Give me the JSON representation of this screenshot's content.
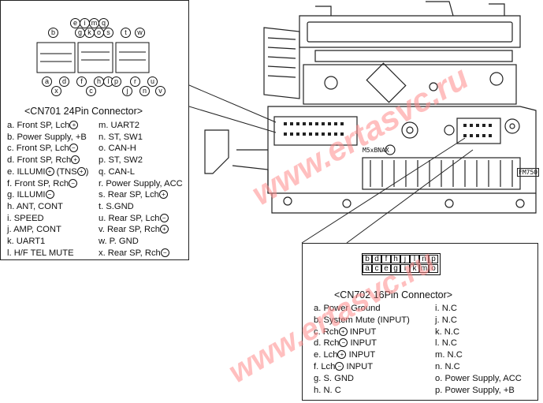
{
  "cn701": {
    "title": "<CN701  24Pin Connector>",
    "top_labels": [
      "e",
      "i",
      "m",
      "q",
      "g",
      "k",
      "o",
      "s",
      "b",
      "t",
      "w"
    ],
    "bottom_labels": [
      "a",
      "d",
      "f",
      "h",
      "l",
      "p",
      "r",
      "u",
      "x",
      "c",
      "j",
      "n",
      "v"
    ],
    "left": [
      {
        "text": "a. Front SP, Lch",
        "sym": "+"
      },
      {
        "text": "b. Power Supply, +B",
        "sym": ""
      },
      {
        "text": "c. Front SP, Lch",
        "sym": "−"
      },
      {
        "text": "d. Front SP, Rch",
        "sym": "+"
      },
      {
        "text": "e. ILLUMI",
        "sym": "+",
        "suffix": " (TNS",
        "sym2": "+",
        "suffix2": ")"
      },
      {
        "text": "f. Front SP, Rch",
        "sym": "−"
      },
      {
        "text": "g. ILLUMI",
        "sym": "−"
      },
      {
        "text": "h. ANT, CONT",
        "sym": ""
      },
      {
        "text": "i. SPEED",
        "sym": ""
      },
      {
        "text": "j. AMP, CONT",
        "sym": ""
      },
      {
        "text": "k. UART1",
        "sym": ""
      },
      {
        "text": "l. H/F TEL MUTE",
        "sym": ""
      }
    ],
    "right": [
      {
        "text": "m. UART2",
        "sym": ""
      },
      {
        "text": "n. ST, SW1",
        "sym": ""
      },
      {
        "text": "o. CAN-H",
        "sym": ""
      },
      {
        "text": "p. ST, SW2",
        "sym": ""
      },
      {
        "text": "q. CAN-L",
        "sym": ""
      },
      {
        "text": "r. Power Supply, ACC",
        "sym": ""
      },
      {
        "text": "s. Rear SP, Lch",
        "sym": "+"
      },
      {
        "text": "t. S.GND",
        "sym": ""
      },
      {
        "text": "u. Rear SP, Lch",
        "sym": "−"
      },
      {
        "text": "v. Rear SP, Rch",
        "sym": "+"
      },
      {
        "text": "w. P. GND",
        "sym": ""
      },
      {
        "text": "x. Rear SP, Rch",
        "sym": "−"
      }
    ]
  },
  "cn702": {
    "title": "<CN702  16Pin Connector>",
    "row_top": [
      "b",
      "d",
      "f",
      "h",
      "j",
      "l",
      "n",
      "p"
    ],
    "row_bottom": [
      "a",
      "c",
      "e",
      "g",
      "i",
      "k",
      "m",
      "o"
    ],
    "left": [
      {
        "text": "a. Power Ground",
        "sym": ""
      },
      {
        "text": "b. System Mute (INPUT)",
        "sym": ""
      },
      {
        "text": "c. Rch",
        "sym": "+",
        "suffix": " INPUT"
      },
      {
        "text": "d. Rch",
        "sym": "−",
        "suffix": " INPUT"
      },
      {
        "text": "e. Lch",
        "sym": "+",
        "suffix": " INPUT"
      },
      {
        "text": "f. Lch",
        "sym": "−",
        "suffix": " INPUT"
      },
      {
        "text": "g. S. GND",
        "sym": ""
      },
      {
        "text": "h. N. C",
        "sym": ""
      }
    ],
    "right": [
      {
        "text": "i.  N.C",
        "sym": ""
      },
      {
        "text": "j.  N.C",
        "sym": ""
      },
      {
        "text": "k. N.C",
        "sym": ""
      },
      {
        "text": "l.  N.C",
        "sym": ""
      },
      {
        "text": "m. N.C",
        "sym": ""
      },
      {
        "text": "n. N.C",
        "sym": ""
      },
      {
        "text": "o. Power Supply, ACC",
        "sym": ""
      },
      {
        "text": "p. Power Supply, +B",
        "sym": ""
      }
    ]
  },
  "unit_labels": {
    "model": "M5xBNAX",
    "code": "FM750"
  },
  "watermark": "www.ertasvc.ru"
}
